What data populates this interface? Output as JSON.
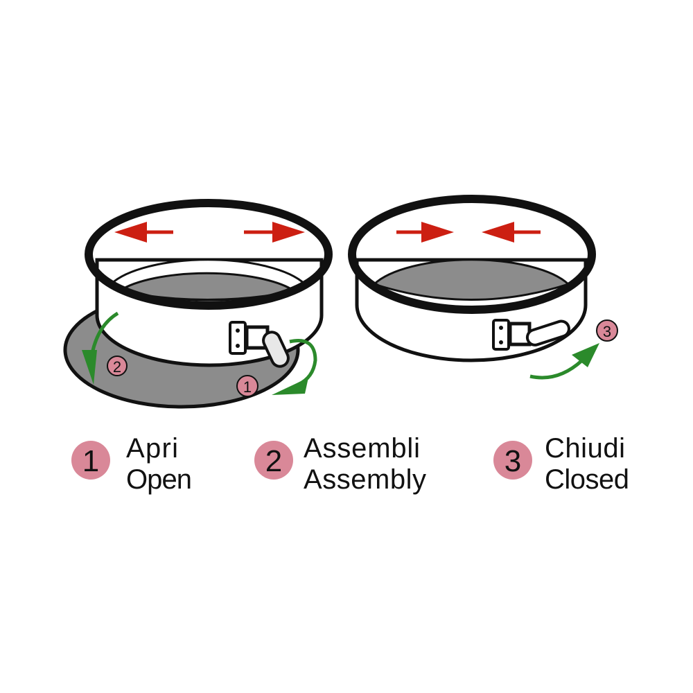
{
  "colors": {
    "outline": "#111111",
    "base_gray": "#8c8c8c",
    "arrow_red": "#cc1f12",
    "arrow_green": "#2b8a2b",
    "badge_pink": "#d98898"
  },
  "diagram": {
    "left_pan": {
      "badges": [
        "2",
        "1"
      ]
    },
    "right_pan": {
      "badges": [
        "3"
      ]
    }
  },
  "legend": [
    {
      "number": "1",
      "italian": "Apri",
      "english": "Open"
    },
    {
      "number": "2",
      "italian": "Assembli",
      "english": "Assembly"
    },
    {
      "number": "3",
      "italian": "Chiudi",
      "english": "Closed"
    }
  ]
}
